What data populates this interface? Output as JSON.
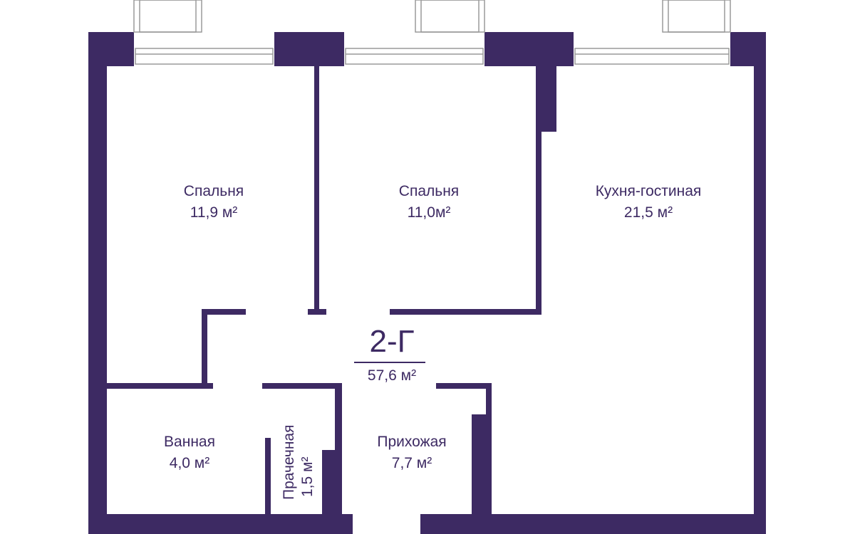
{
  "plan": {
    "wall_color": "#3d2a63",
    "window_color": "#9a9a9a",
    "unit": {
      "code": "2-Г",
      "total_area": "57,6 м²"
    },
    "rooms": [
      {
        "id": "bedroom-1",
        "name": "Спальня",
        "area": "11,9 м²"
      },
      {
        "id": "bedroom-2",
        "name": "Спальня",
        "area": "11,0м²"
      },
      {
        "id": "kitchen-living",
        "name": "Кухня-гостиная",
        "area": "21,5 м²"
      },
      {
        "id": "bathroom",
        "name": "Ванная",
        "area": "4,0 м²"
      },
      {
        "id": "laundry",
        "name": "Прачечная",
        "area": "1,5 м²"
      },
      {
        "id": "hallway",
        "name": "Прихожая",
        "area": "7,7 м²"
      }
    ]
  }
}
